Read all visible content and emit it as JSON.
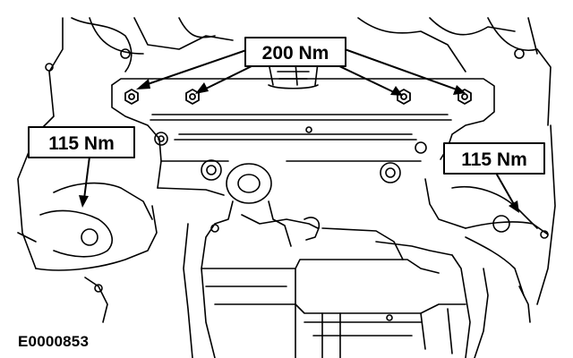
{
  "callouts": {
    "top_torque": "200 Nm",
    "left_torque": "115 Nm",
    "right_torque": "115 Nm"
  },
  "figure_id": "E0000853",
  "colors": {
    "line": "#000000",
    "background": "#ffffff"
  }
}
